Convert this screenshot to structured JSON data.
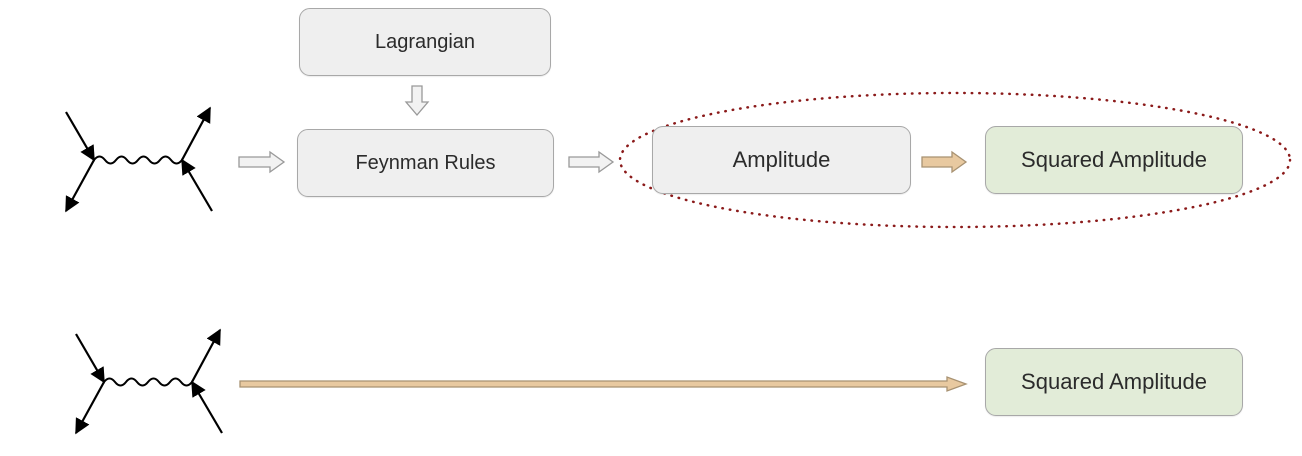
{
  "nodes": {
    "lagrangian": "Lagrangian",
    "feynman_rules": "Feynman Rules",
    "amplitude": "Amplitude",
    "squared_amplitude_top": "Squared Amplitude",
    "squared_amplitude_bottom": "Squared Amplitude"
  },
  "colors": {
    "box_fill": "#efefef",
    "box_border": "#a8a8a8",
    "result_fill": "#e2ecd8",
    "hollow_arrow_fill": "#f2f2f2",
    "hollow_arrow_stroke": "#999999",
    "direct_arrow_fill": "#e8c9a0",
    "direct_arrow_stroke": "#a89272",
    "dotted_group_stroke": "#8b1a1a",
    "feynman_line": "#000000"
  },
  "icons": {
    "feynman_diagram_top": "feynman-diagram-icon",
    "feynman_diagram_bottom": "feynman-diagram-icon"
  }
}
